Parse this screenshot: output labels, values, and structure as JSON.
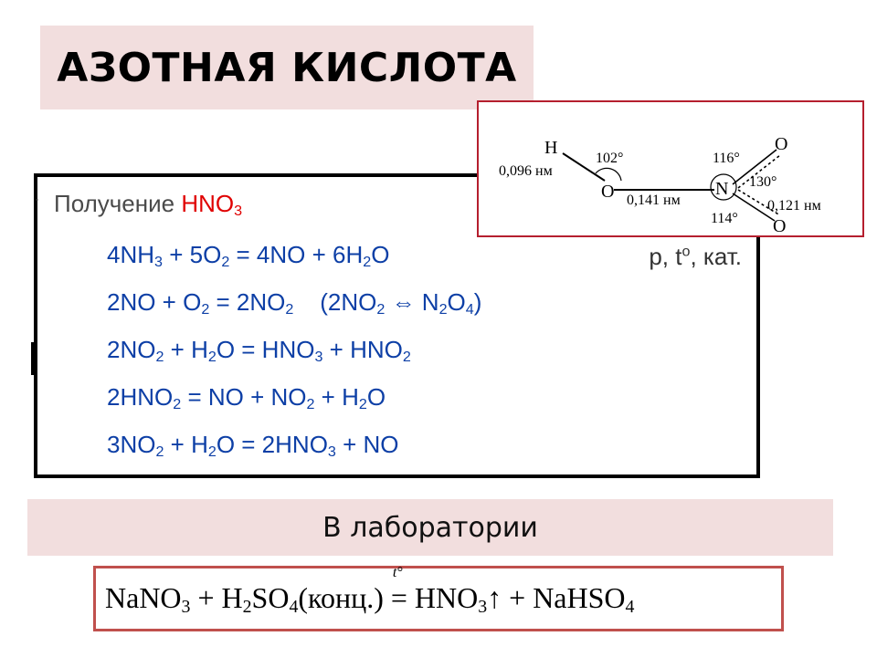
{
  "title": "АЗОТНАЯ КИСЛОТА",
  "main": {
    "corner_mark": ".",
    "header_prefix": "Получение ",
    "header_hno": "HNO",
    "header_sub": "3",
    "conditions": "p, t",
    "conditions_sup": "o",
    "conditions_suffix": ", кат.",
    "equations": [
      "4NH3 + 5O2 = 4NO + 6H2O",
      "2NO + O2 = 2NO2    (2NO2 ⇔ N2O4)",
      "2NO2 + H2O = HNO3 + HNO2",
      "2HNO2 = NO + NO2 + H2O",
      "3NO2 + H2O = 2HNO3 + NO"
    ]
  },
  "molecule": {
    "h": "H",
    "o1": "O",
    "n": "N",
    "o2": "O",
    "o3": "O",
    "bond_oh": "0,096 нм",
    "angle_hon": "102°",
    "bond_on": "0,141 нм",
    "angle_top": "116°",
    "angle_ono": "130°",
    "angle_bottom": "114°",
    "bond_no": "0,121 нм"
  },
  "lab": {
    "label": "В лаборатории"
  },
  "lab_reaction": {
    "p1": "NaNO",
    "p1_sub": "3",
    "plus1": " + ",
    "p2": "H",
    "p2_sub1": "2",
    "p2b": "SO",
    "p2_sub2": "4",
    "p2c": "(конц.) ",
    "cond": "t°",
    "eq": "=",
    "p3": " HNO",
    "p3_sub": "3",
    "arrow": "↑",
    "plus2": " + ",
    "p4": "NaHSO",
    "p4_sub": "4"
  },
  "colors": {
    "title_bg": "#f2dede",
    "equation_blue": "#0d3fa6",
    "hno3_red": "#e00000",
    "molecule_border": "#b51f2e",
    "bottom_border": "#c0504d"
  }
}
